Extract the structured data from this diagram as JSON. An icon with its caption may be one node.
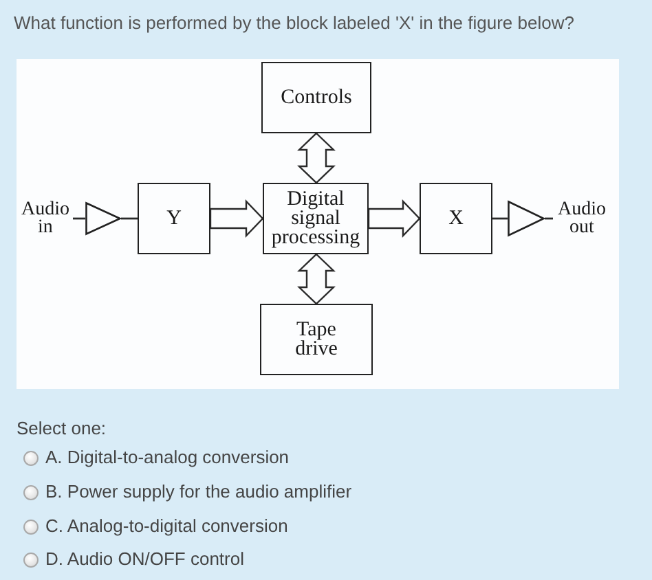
{
  "diagram": {
    "title": "What function is performed by the block labeled 'X' in the figure below?",
    "nodes": [
      {
        "text": [
          "Audio in"
        ]
      },
      {
        "text": [],
        "shape": "triangle"
      },
      {
        "text": [
          "Y"
        ]
      },
      {
        "text": [
          "Controls"
        ]
      },
      {
        "text": [
          "Digital signal processing"
        ]
      },
      {
        "text": [
          "Tape drive"
        ]
      },
      {
        "text": [
          "X"
        ]
      },
      {
        "text": [],
        "shape": "triangle"
      },
      {
        "text": [
          "Audio out"
        ]
      }
    ],
    "edges": [
      {
        "from": 0,
        "to": 1,
        "arrow": "none"
      },
      {
        "from": 1,
        "to": 2,
        "arrow": "none"
      },
      {
        "from": 2,
        "to": 4,
        "arrow": "to",
        "style": "thick"
      },
      {
        "from": 3,
        "to": 4,
        "arrow": "both",
        "style": "thick"
      },
      {
        "from": 4,
        "to": 5,
        "arrow": "both",
        "style": "thick"
      },
      {
        "from": 4,
        "to": 6,
        "arrow": "to",
        "style": "thick"
      },
      {
        "from": 6,
        "to": 7,
        "arrow": "none"
      },
      {
        "from": 7,
        "to": 8,
        "arrow": "none"
      }
    ],
    "labels": [
      "Select one:",
      "A. Digital-to-analog conversion",
      "B. Power supply for the audio amplifier",
      "C. Analog-to-digital conversion",
      "D. Audio ON/OFF control"
    ]
  }
}
